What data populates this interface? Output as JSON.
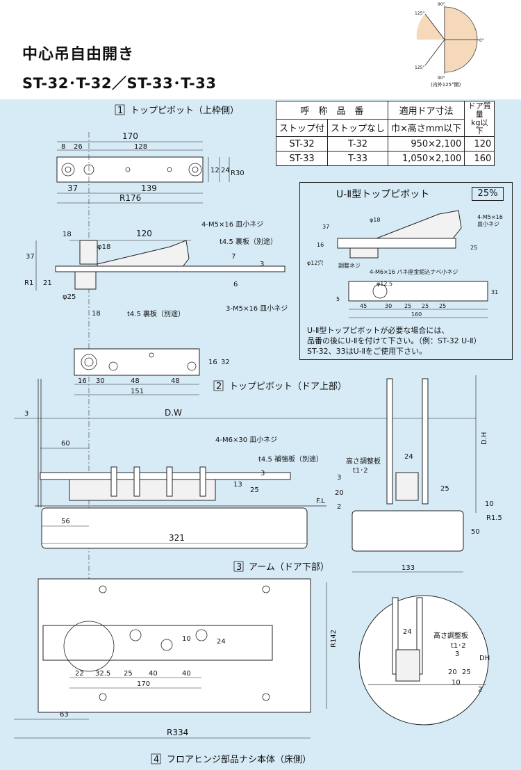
{
  "title": "中心吊自由開き",
  "models_heading": "ST-32･T-32／ST-33･T-33",
  "opening_diagram": {
    "angles": [
      "90°",
      "125°",
      "0°",
      "90°",
      "125°"
    ],
    "caption": "(内外125°開)"
  },
  "spec_table": {
    "headers": {
      "name": "呼　称　品　番",
      "size": "適用ドア寸法",
      "weight": "ドア質量",
      "with_stop": "ストップ付",
      "no_stop": "ストップなし",
      "size_sub": "巾×高さmm以下",
      "weight_sub": "kg以下"
    },
    "rows": [
      {
        "with_stop": "ST-32",
        "no_stop": "T-32",
        "size": "950×2,100",
        "weight": "120"
      },
      {
        "with_stop": "ST-33",
        "no_stop": "T-33",
        "size": "1,050×2,100",
        "weight": "160"
      }
    ]
  },
  "section_labels": {
    "s1": "1",
    "s1_text": "トップピボット（上枠側）",
    "s2": "2",
    "s2_text": "トップピボット（ドア上部）",
    "s3": "3",
    "s3_text": "アーム（ドア下部）",
    "s4": "4",
    "s4_text": "フロアヒンジ部品ナシ本体（床側）"
  },
  "u2": {
    "title": "U-Ⅱ型トップピボット",
    "scale": "25%",
    "labels": [
      "4-M5×16",
      "皿小ネジ",
      "4-M6×16 バネ座金組込ナベ小ネジ",
      "調整ネジ",
      "φ12穴",
      "φ18",
      "φ12.5",
      "37",
      "16",
      "25",
      "31",
      "5",
      "45",
      "30",
      "25",
      "25",
      "25",
      "160"
    ],
    "notes": [
      "U-Ⅱ型トップピボットが必要な場合には、",
      "品番の後にU-Ⅱを付けて下さい。（例：ST-32 U-Ⅱ）",
      "ST-32、33はU-Ⅱをご使用下さい。"
    ]
  },
  "dims": {
    "top_plan": [
      "170",
      "8",
      "26",
      "128",
      "12",
      "24",
      "R30",
      "37",
      "139",
      "R176"
    ],
    "top_side": [
      "18",
      "120",
      "4-M5×16 皿小ネジ",
      "φ18",
      "t4.5 裏板（別途）",
      "37",
      "7",
      "3",
      "6",
      "R1",
      "21",
      "φ25",
      "18",
      "3-M5×16 皿小ネジ",
      "t4.5 裏板（別途）"
    ],
    "door_top": [
      "16",
      "30",
      "48",
      "48",
      "16",
      "32",
      "151"
    ],
    "door_section": [
      "3",
      "D.W",
      "60",
      "4-M6×30 皿小ネジ",
      "t4.5 補強板（別途）",
      "13",
      "25",
      "3",
      "F.L",
      "56",
      "321"
    ],
    "side_section": [
      "D.H",
      "24",
      "高さ調整板",
      "t1･2",
      "3",
      "20",
      "2",
      "25",
      "10",
      "R1.5",
      "50",
      "133"
    ],
    "arm_plan": [
      "R142",
      "10",
      "24",
      "22",
      "32.5",
      "25",
      "40",
      "40",
      "170",
      "63",
      "R334"
    ],
    "detail_circle": [
      "24",
      "高さ調整板",
      "t1･2",
      "DH",
      "3",
      "20",
      "25",
      "10",
      "2"
    ]
  }
}
